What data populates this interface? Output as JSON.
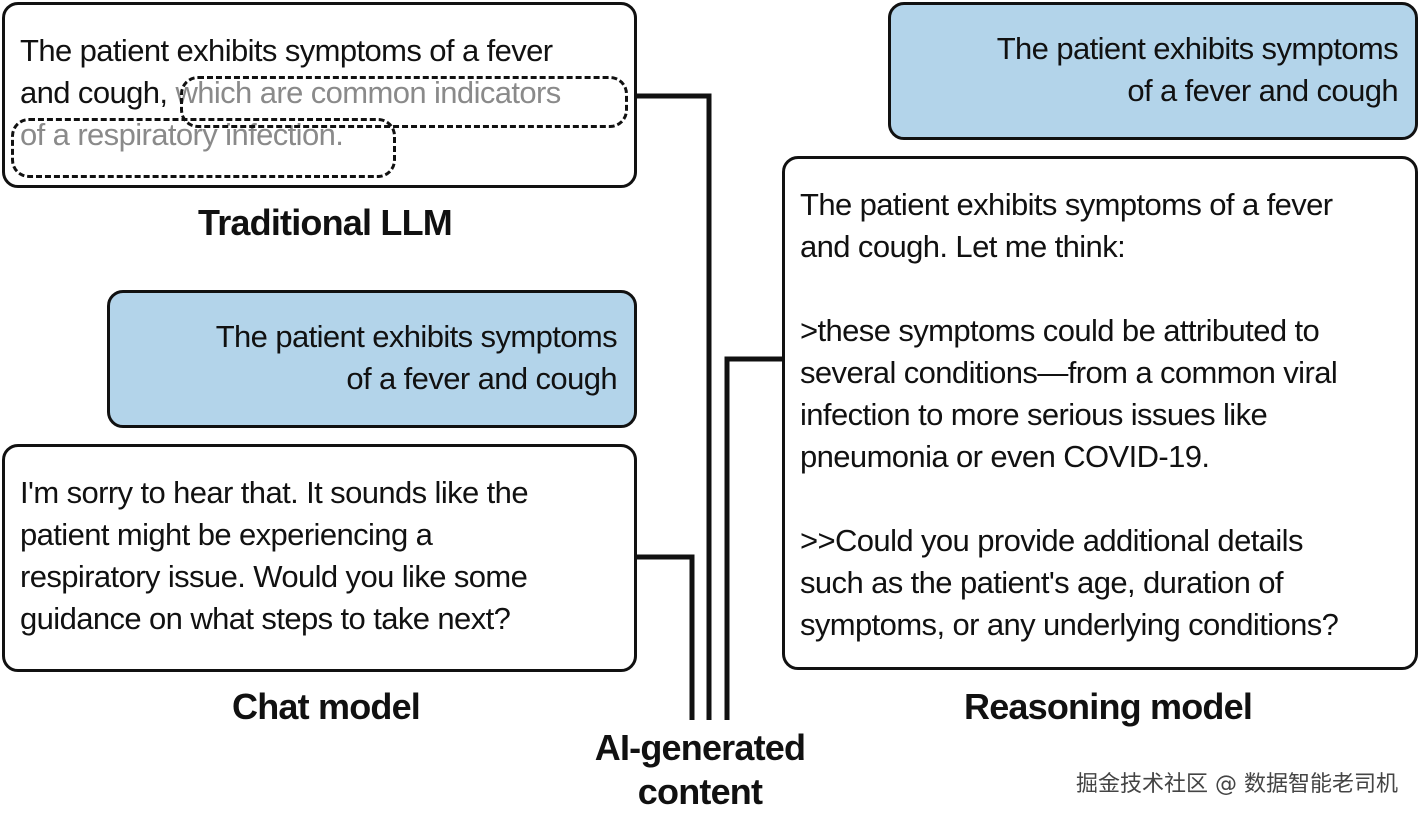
{
  "traditional": {
    "lines": [
      "The patient exhibits symptoms of a fever",
      "and cough, ",
      "which are common indicators",
      "of a respiratory infection."
    ],
    "label": "Traditional LLM"
  },
  "chat": {
    "prompt_lines": [
      "The patient exhibits symptoms",
      "of a fever and cough"
    ],
    "response_lines": [
      "I'm sorry to hear that. It sounds like the",
      "patient might be experiencing a",
      "respiratory issue. Would you like some",
      "guidance on what steps to take next?"
    ],
    "label": "Chat model"
  },
  "reasoning": {
    "prompt_lines": [
      "The patient exhibits symptoms",
      "of a fever and cough"
    ],
    "response_p1": [
      "The patient exhibits symptoms of a fever",
      "and cough. Let me think:"
    ],
    "response_p2": [
      ">these symptoms could be attributed to",
      "several conditions—from a common viral",
      "infection to more serious issues like",
      "pneumonia or even COVID-19."
    ],
    "response_p3": [
      ">>Could you provide additional details",
      "such as the patient's age, duration of",
      "symptoms, or any underlying conditions?"
    ],
    "label": "Reasoning model"
  },
  "center_label": [
    "AI-generated",
    "content"
  ],
  "watermark": "掘金技术社区 @ 数据智能老司机"
}
